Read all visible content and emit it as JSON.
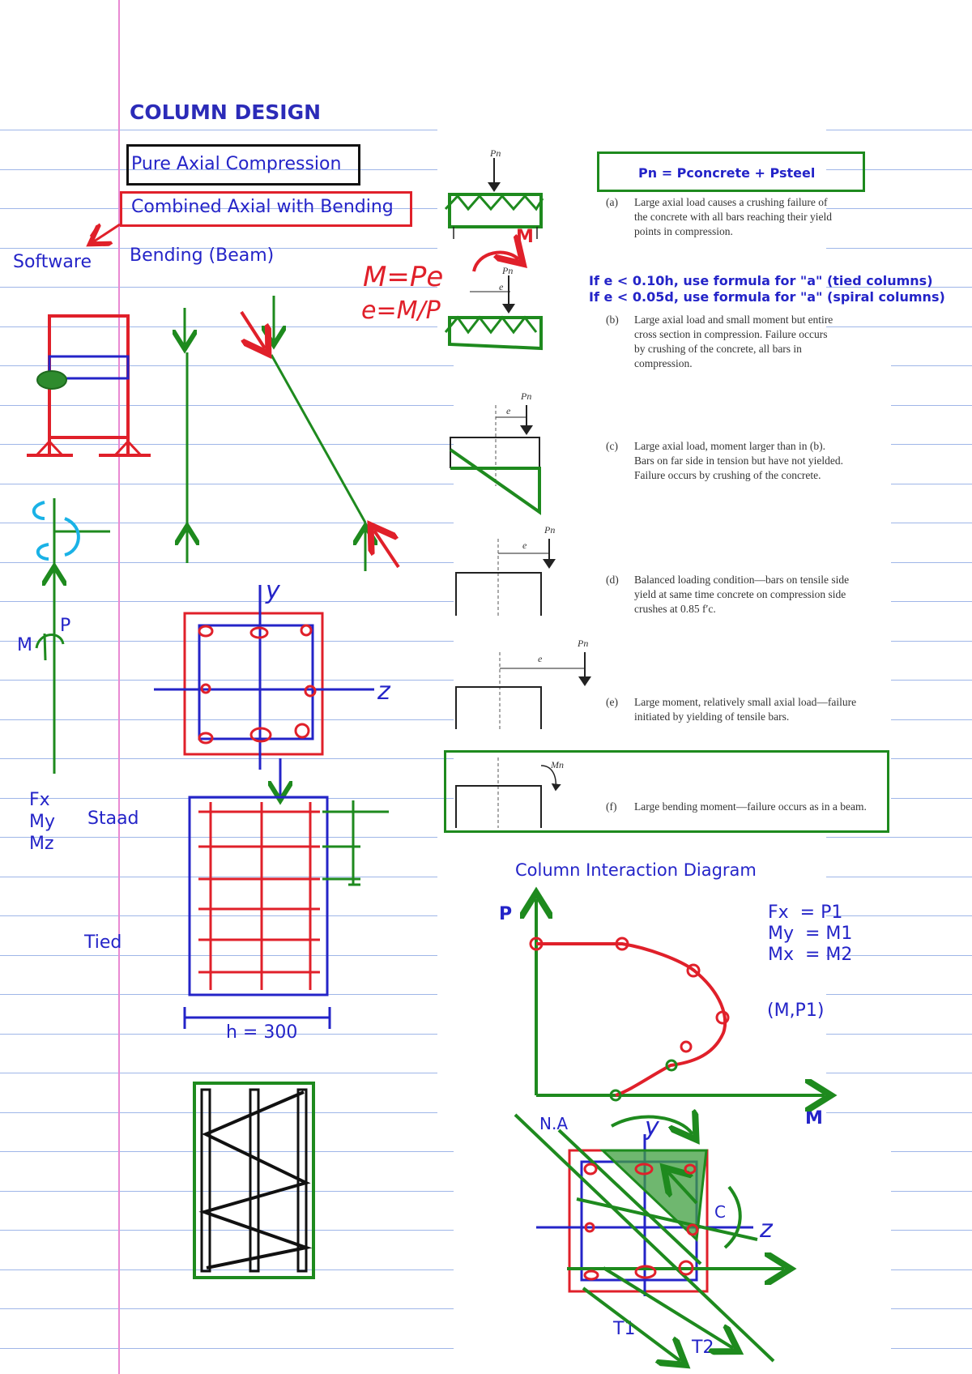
{
  "title": "COLUMN DESIGN",
  "categories": {
    "pure_axial": "Pure Axial Compression",
    "combined": "Combined Axial with Bending",
    "bending": "Bending (Beam)"
  },
  "software_label": "Software",
  "handwritten": {
    "m_eq": "M=Pe",
    "e_eq": "e=M/P",
    "m_mark": "M",
    "axis_y": "y",
    "axis_z": "z",
    "p_label": "P",
    "m_label": "M",
    "na_label": "N.A",
    "c_label": "C",
    "t1_label": "T1",
    "t2_label": "T2"
  },
  "staad_forces": [
    "Fx",
    "My",
    "Mz"
  ],
  "staad_label": "Staad",
  "tied_label": "Tied",
  "dimension_label": "h = 300",
  "formula_box": "Pn = Pconcrete + Psteel",
  "eccentricity_rules": [
    "If e < 0.10h, use formula for \"a\" (tied columns)",
    "If e < 0.05d, use formula for \"a\" (spiral columns)"
  ],
  "loading_cases": [
    {
      "tag": "(a)",
      "lines": [
        "Large axial load causes a crushing failure of",
        "the concrete with all bars reaching their yield",
        "points in compression."
      ]
    },
    {
      "tag": "(b)",
      "lines": [
        "Large axial load and small moment but entire",
        "cross section in compression. Failure occurs",
        "by crushing of the concrete, all bars in",
        "compression."
      ]
    },
    {
      "tag": "(c)",
      "lines": [
        "Large axial load, moment larger than in (b).",
        "Bars on far side in tension but have not yielded.",
        "Failure occurs by crushing of the concrete."
      ]
    },
    {
      "tag": "(d)",
      "lines": [
        "Balanced loading condition—bars on tensile side",
        "yield at same time concrete on compression side",
        "crushes at 0.85 f′c."
      ]
    },
    {
      "tag": "(e)",
      "lines": [
        "Large moment, relatively small axial load—failure",
        "initiated by yielding of tensile bars."
      ]
    },
    {
      "tag": "(f)",
      "lines": [
        "Large bending moment—failure occurs as in a beam."
      ]
    }
  ],
  "figure_labels": {
    "pn": "Pn",
    "e": "e",
    "mn": "Mn"
  },
  "interaction": {
    "heading": "Column Interaction Diagram",
    "y_axis": "P",
    "x_axis": "M",
    "mapping": [
      "Fx  = P1",
      "My  = M1",
      "Mx  = M2"
    ],
    "point_label": "(M,P1)"
  },
  "colors": {
    "blue_ink": "#2424c8",
    "red_ink": "#e0202a",
    "green_ink": "#1e8a1e",
    "margin": "#e98ad3",
    "rule": "#9fb6e8"
  }
}
